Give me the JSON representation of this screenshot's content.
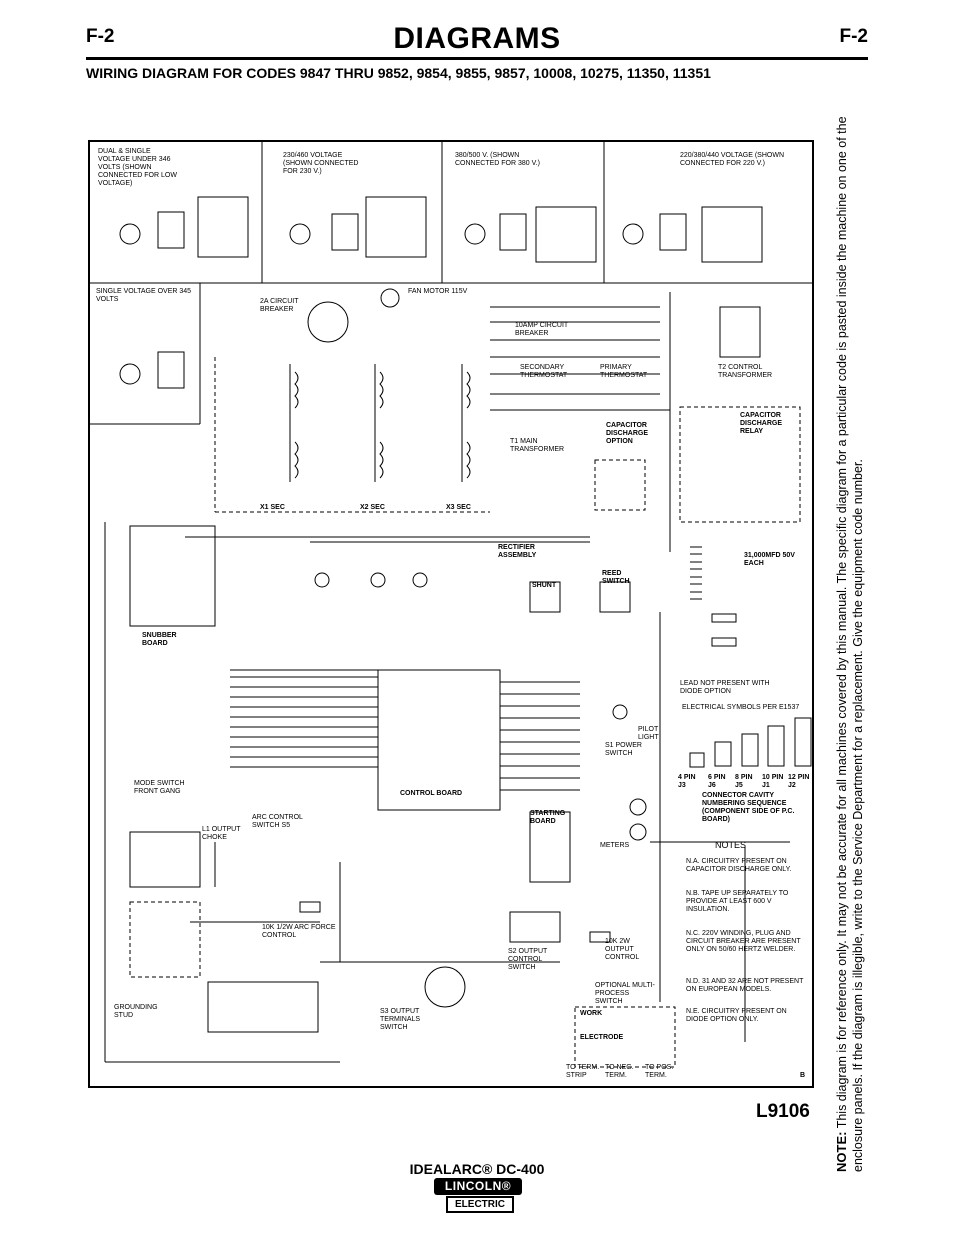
{
  "header": {
    "page_code_left": "F-2",
    "page_code_right": "F-2",
    "title": "DIAGRAMS",
    "subtitle": "WIRING DIAGRAM FOR CODES 9847 THRU 9852, 9854, 9855, 9857, 10008, 10275, 11350, 11351"
  },
  "diagram": {
    "drawing_number": "L9106",
    "revision_mark": "B",
    "voltage_blocks": [
      "DUAL & SINGLE VOLTAGE UNDER 346 VOLTS (SHOWN CONNECTED FOR LOW VOLTAGE)",
      "230/460 VOLTAGE (SHOWN CONNECTED FOR 230 V.)",
      "380/500 V. (SHOWN CONNECTED FOR 380 V.)",
      "220/380/440 VOLTAGE (SHOWN CONNECTED FOR 220 V.)",
      "SINGLE VOLTAGE OVER 345 VOLTS"
    ],
    "labels": {
      "fan_motor": "FAN MOTOR 115V",
      "circuit_breaker_2a": "2A CIRCUIT BREAKER",
      "circuit_breaker_10a": "10AMP CIRCUIT BREAKER",
      "secondary_thermostat": "SECONDARY THERMOSTAT",
      "primary_thermostat": "PRIMARY THERMOSTAT",
      "t1_main_transformer": "T1 MAIN TRANSFORMER",
      "t2_control_transformer": "T2 CONTROL TRANSFORMER",
      "capacitor_discharge": "CAPACITOR DISCHARGE OPTION",
      "capacitor_relay": "CAPACITOR DISCHARGE RELAY",
      "rectifier_assembly": "RECTIFIER ASSEMBLY",
      "snubber_board": "SNUBBER BOARD",
      "shunt": "SHUNT",
      "reed_switch": "REED SWITCH",
      "capacitors": "31,000MFD 50V EACH",
      "control_board": "CONTROL BOARD",
      "starting_board": "STARTING BOARD",
      "pilot_light": "PILOT LIGHT",
      "power_switch": "S1 POWER SWITCH",
      "meters": "METERS",
      "output_choke": "L1 OUTPUT CHOKE",
      "arc_control_switch": "ARC CONTROL SWITCH S5",
      "arc_force_control": "10K 1/2W ARC FORCE CONTROL",
      "output_control_switch": "S2 OUTPUT CONTROL SWITCH",
      "output_control": "10K 2W OUTPUT CONTROL",
      "multi_process_switch": "OPTIONAL MULTI-PROCESS SWITCH",
      "output_terminals_switch": "S3 OUTPUT TERMINALS SWITCH",
      "mode_switch": "MODE SWITCH FRONT GANG",
      "grounding_stud": "GROUNDING STUD",
      "work": "WORK",
      "electrode": "ELECTRODE",
      "to_term_strip": "TO TERM. STRIP",
      "to_neg_term": "TO NEG. TERM.",
      "to_pos_term": "TO POS. TERM.",
      "x1_sec": "X1 SEC",
      "x2_sec": "X2 SEC",
      "x3_sec": "X3 SEC",
      "lead_not_present": "LEAD NOT PRESENT WITH DIODE OPTION",
      "electrical_symbols": "ELECTRICAL SYMBOLS PER E1537",
      "connector_cavity": "CONNECTOR CAVITY NUMBERING SEQUENCE (COMPONENT SIDE OF P.C. BOARD)",
      "connector_pins": [
        "4 PIN J3",
        "6 PIN J6",
        "8 PIN J5",
        "10 PIN J1",
        "12 PIN J2"
      ]
    },
    "notes_title": "NOTES",
    "notes": [
      "N.A. CIRCUITRY PRESENT ON CAPACITOR DISCHARGE ONLY.",
      "N.B. TAPE UP SEPARATELY TO PROVIDE AT LEAST 600 V INSULATION.",
      "N.C. 220V WINDING, PLUG AND CIRCUIT BREAKER ARE PRESENT ONLY ON 50/60 HERTZ WELDER.",
      "N.D. 31 AND 32 ARE NOT PRESENT ON EUROPEAN MODELS.",
      "N.E. CIRCUITRY PRESENT ON DIODE OPTION ONLY."
    ]
  },
  "side_note": {
    "label": "NOTE:",
    "text": "This diagram is for reference only.  It may not be accurate for all machines covered by this manual.  The specific diagram for a particular code is pasted inside the machine on one of the enclosure panels.  If the diagram is illegible, write to the Service Department for a replacement.  Give the equipment code number."
  },
  "footer": {
    "product": "IDEALARC® DC-400",
    "logo_top": "LINCOLN®",
    "logo_bottom": "ELECTRIC"
  }
}
